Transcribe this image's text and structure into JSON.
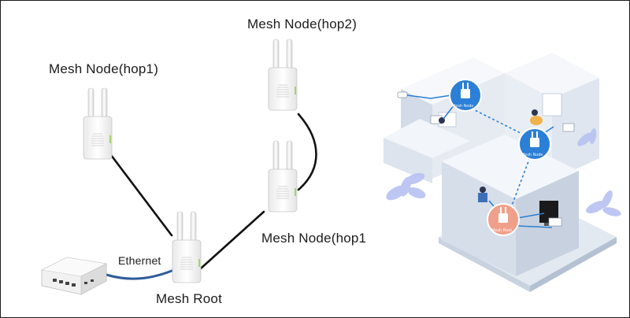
{
  "labels": {
    "hop2": "Mesh Node(hop2)",
    "hop1_left": "Mesh Node(hop1)",
    "hop1_right": "Mesh Node(hop1",
    "root": "Mesh Root",
    "ethernet": "Ethernet"
  },
  "illustration": {
    "node_badge": "Mesh Node",
    "root_badge": "Mesh Root"
  },
  "colors": {
    "link_black": "#111111",
    "ethernet_blue": "#2f5c9a",
    "badge_blue": "#2b7fd6",
    "root_salmon": "#f0a08a",
    "house_light": "#e8edf4",
    "house_mid": "#cdd6e3",
    "house_dark": "#aab6c8"
  }
}
